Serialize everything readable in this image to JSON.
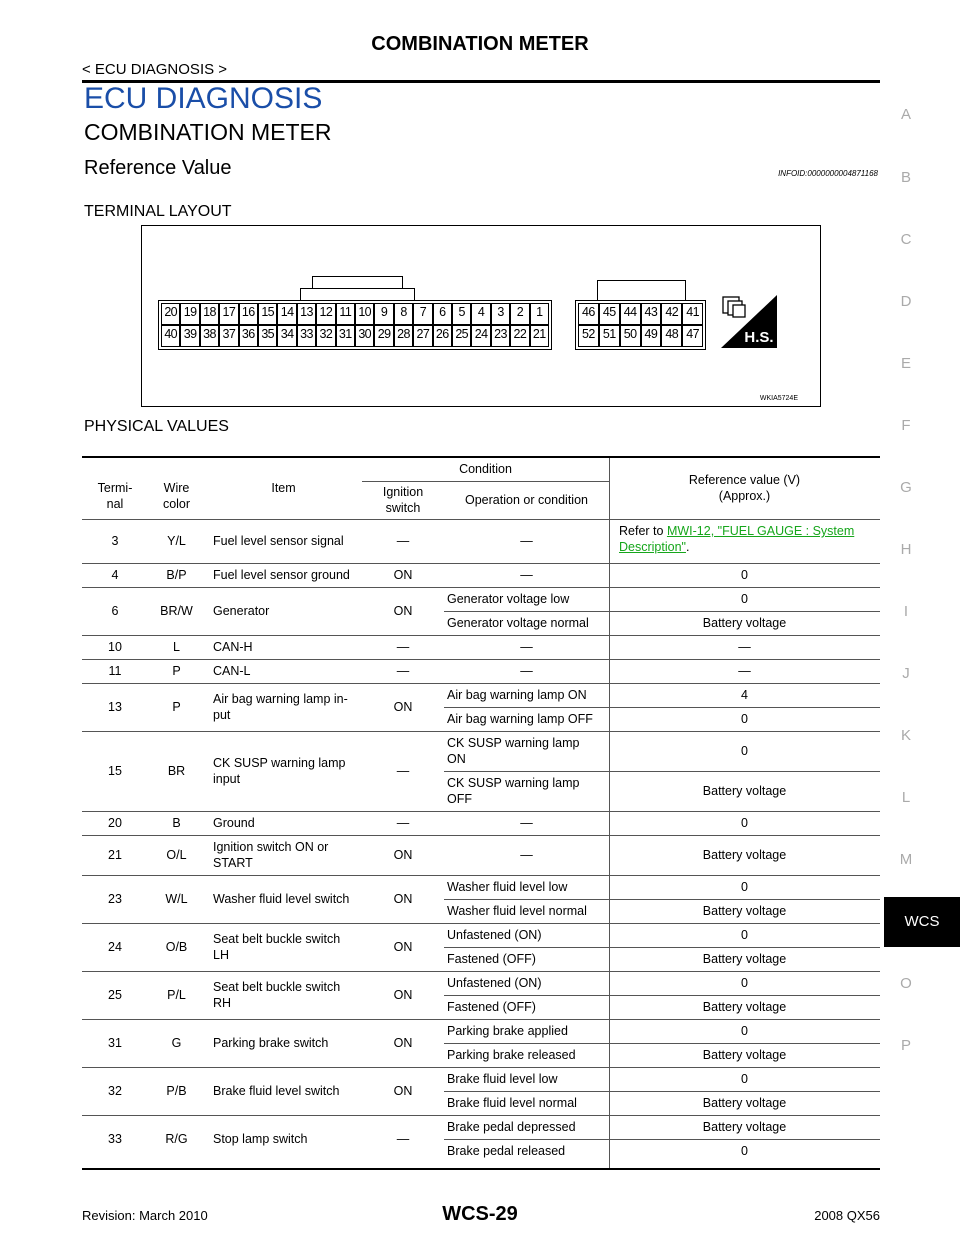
{
  "header": {
    "title": "COMBINATION METER",
    "section": "< ECU DIAGNOSIS >"
  },
  "headings": {
    "ecu_diagnosis": "ECU DIAGNOSIS",
    "combination_meter": "COMBINATION METER",
    "reference_value": "Reference Value",
    "infoid": "INFOID:0000000004871168",
    "terminal_layout": "TERMINAL LAYOUT",
    "physical_values": "PHYSICAL VALUES"
  },
  "figure": {
    "code": "WKIA5724E",
    "icon_label": "H.S.",
    "connector_a": {
      "top_row": [
        "20",
        "19",
        "18",
        "17",
        "16",
        "15",
        "14",
        "13",
        "12",
        "11",
        "10",
        "9",
        "8",
        "7",
        "6",
        "5",
        "4",
        "3",
        "2",
        "1"
      ],
      "bottom_row": [
        "40",
        "39",
        "38",
        "37",
        "36",
        "35",
        "34",
        "33",
        "32",
        "31",
        "30",
        "29",
        "28",
        "27",
        "26",
        "25",
        "24",
        "23",
        "22",
        "21"
      ]
    },
    "connector_b": {
      "top_row": [
        "46",
        "45",
        "44",
        "43",
        "42",
        "41"
      ],
      "bottom_row": [
        "52",
        "51",
        "50",
        "49",
        "48",
        "47"
      ]
    }
  },
  "table": {
    "headers": {
      "terminal": "Termi-\nnal",
      "wire_color": "Wire\ncolor",
      "item": "Item",
      "condition": "Condition",
      "ignition_switch": "Ignition\nswitch",
      "operation": "Operation or condition",
      "reference": "Reference value (V)\n(Approx.)"
    },
    "rows": [
      {
        "terminal": "3",
        "wire": "Y/L",
        "item": "Fuel level sensor signal",
        "ign": "—",
        "subs": [
          {
            "op": "—",
            "ref_prefix": "Refer to ",
            "ref_link": "MWI-12, \"FUEL GAUGE : System Description\"",
            "ref_suffix": "."
          }
        ]
      },
      {
        "terminal": "4",
        "wire": "B/P",
        "item": "Fuel level sensor ground",
        "ign": "ON",
        "subs": [
          {
            "op": "—",
            "ref": "0"
          }
        ]
      },
      {
        "terminal": "6",
        "wire": "BR/W",
        "item": "Generator",
        "ign": "ON",
        "subs": [
          {
            "op": "Generator voltage low",
            "ref": "0"
          },
          {
            "op": "Generator voltage normal",
            "ref": "Battery voltage"
          }
        ]
      },
      {
        "terminal": "10",
        "wire": "L",
        "item": "CAN-H",
        "ign": "—",
        "subs": [
          {
            "op": "—",
            "ref": "—"
          }
        ]
      },
      {
        "terminal": "11",
        "wire": "P",
        "item": "CAN-L",
        "ign": "—",
        "subs": [
          {
            "op": "—",
            "ref": "—"
          }
        ]
      },
      {
        "terminal": "13",
        "wire": "P",
        "item": "Air bag warning lamp in-\nput",
        "ign": "ON",
        "subs": [
          {
            "op": "Air bag warning lamp ON",
            "ref": "4"
          },
          {
            "op": "Air bag warning lamp OFF",
            "ref": "0"
          }
        ]
      },
      {
        "terminal": "15",
        "wire": "BR",
        "item": "CK SUSP warning lamp\ninput",
        "ign": "—",
        "subs": [
          {
            "op": "CK SUSP warning lamp\nON",
            "ref": "0"
          },
          {
            "op": "CK SUSP warning lamp\nOFF",
            "ref": "Battery voltage"
          }
        ]
      },
      {
        "terminal": "20",
        "wire": "B",
        "item": "Ground",
        "ign": "—",
        "subs": [
          {
            "op": "—",
            "ref": "0"
          }
        ]
      },
      {
        "terminal": "21",
        "wire": "O/L",
        "item": "Ignition switch ON or\nSTART",
        "ign": "ON",
        "subs": [
          {
            "op": "—",
            "ref": "Battery voltage"
          }
        ]
      },
      {
        "terminal": "23",
        "wire": "W/L",
        "item": "Washer fluid level switch",
        "ign": "ON",
        "subs": [
          {
            "op": "Washer fluid level low",
            "ref": "0"
          },
          {
            "op": "Washer fluid level normal",
            "ref": "Battery voltage"
          }
        ]
      },
      {
        "terminal": "24",
        "wire": "O/B",
        "item": "Seat belt buckle switch\nLH",
        "ign": "ON",
        "subs": [
          {
            "op": "Unfastened (ON)",
            "ref": "0"
          },
          {
            "op": "Fastened (OFF)",
            "ref": "Battery voltage"
          }
        ]
      },
      {
        "terminal": "25",
        "wire": "P/L",
        "item": "Seat belt buckle switch\nRH",
        "ign": "ON",
        "subs": [
          {
            "op": "Unfastened (ON)",
            "ref": "0"
          },
          {
            "op": "Fastened (OFF)",
            "ref": "Battery voltage"
          }
        ]
      },
      {
        "terminal": "31",
        "wire": "G",
        "item": "Parking brake switch",
        "ign": "ON",
        "subs": [
          {
            "op": "Parking brake applied",
            "ref": "0"
          },
          {
            "op": "Parking brake released",
            "ref": "Battery voltage"
          }
        ]
      },
      {
        "terminal": "32",
        "wire": "P/B",
        "item": "Brake fluid level switch",
        "ign": "ON",
        "subs": [
          {
            "op": "Brake fluid level low",
            "ref": "0"
          },
          {
            "op": "Brake fluid level normal",
            "ref": "Battery voltage"
          }
        ]
      },
      {
        "terminal": "33",
        "wire": "R/G",
        "item": "Stop lamp switch",
        "ign": "—",
        "subs": [
          {
            "op": "Brake pedal depressed",
            "ref": "Battery voltage"
          },
          {
            "op": "Brake pedal released",
            "ref": "0"
          }
        ]
      }
    ]
  },
  "sidebar": {
    "letters": [
      "A",
      "B",
      "C",
      "D",
      "E",
      "F",
      "G",
      "H",
      "I",
      "J",
      "K",
      "L",
      "M",
      "WCS",
      "O",
      "P"
    ],
    "active": "WCS"
  },
  "footer": {
    "revision": "Revision: March 2010",
    "page": "WCS-29",
    "model": "2008 QX56"
  }
}
